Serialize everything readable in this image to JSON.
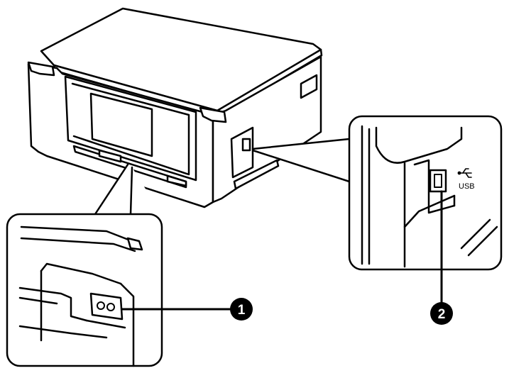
{
  "diagram": {
    "subject": "printer-rear-ports",
    "callouts": [
      {
        "number": "1",
        "target": "ac-inlet"
      },
      {
        "number": "2",
        "target": "usb-port"
      }
    ],
    "port_labels": {
      "usb": "USB"
    },
    "colors": {
      "outline": "#000000",
      "fill": "#ffffff",
      "badge": "#000000",
      "badge_text": "#ffffff"
    }
  }
}
